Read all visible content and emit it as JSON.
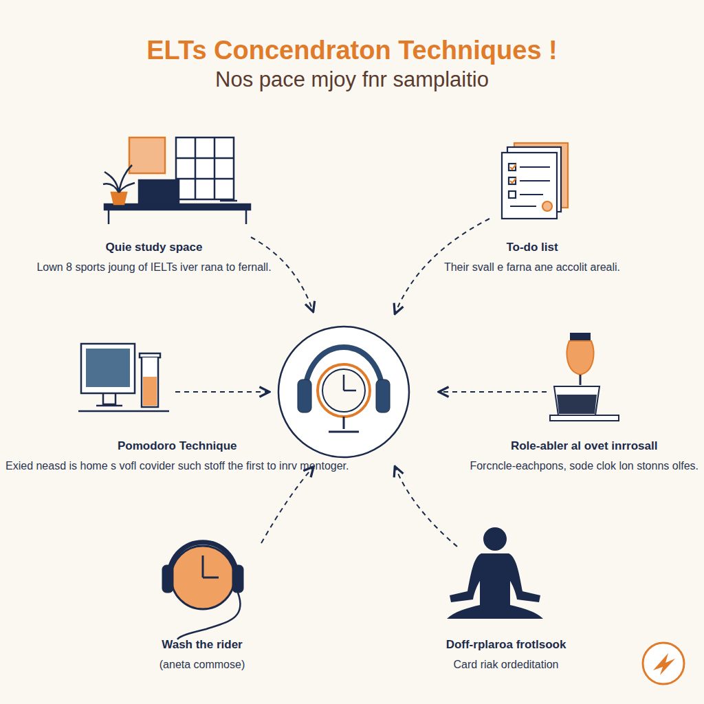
{
  "diagram": {
    "title": "ELTs Concendraton Techniques !",
    "nodes": [
      {
        "text": [
          "Quie study space",
          "Lown 8 sports joung of IELTs iver rana to fernall."
        ]
      },
      {
        "text": [
          "To-do list",
          "Their svall e farna ane accolit areali."
        ]
      },
      {
        "text": [
          "Pomodoro Technique",
          "Exied neasd is home s vofl covider such stoff the first to inrv mentoger."
        ]
      },
      {
        "text": [
          "Role-abler al ovet inrrosall",
          "Forcncle-eachpons, sode clok lon stonns olfes."
        ]
      },
      {
        "text": [
          "Wash the rider",
          "(aneta commose)"
        ]
      },
      {
        "text": [
          "Doff-rplaroa frotlsook",
          "Card riak ordeditation"
        ]
      }
    ],
    "labels": [
      "Nos pace mjoy fnr samplaitio"
    ]
  }
}
